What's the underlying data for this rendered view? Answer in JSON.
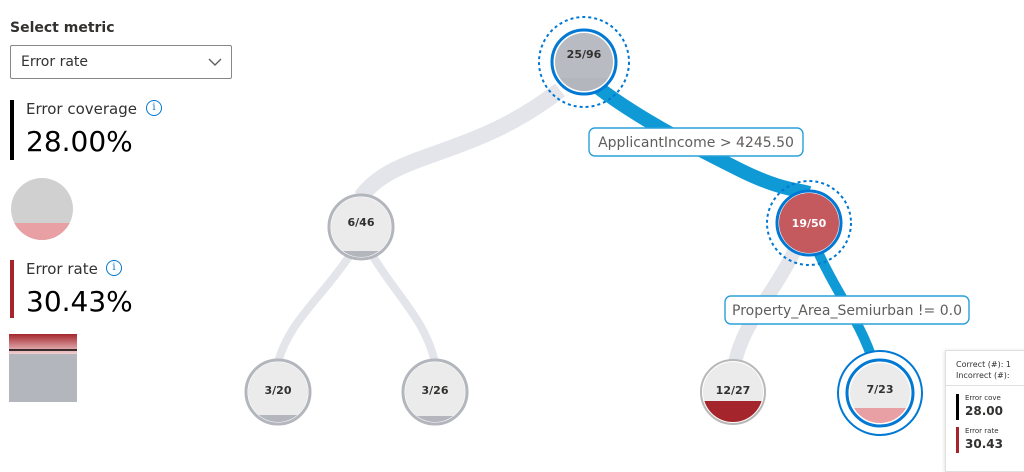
{
  "controls": {
    "select_metric_label": "Select metric",
    "metric_dropdown_value": "Error rate"
  },
  "metrics": {
    "error_coverage": {
      "label": "Error coverage",
      "value": "28.00%",
      "fill_fraction": 0.28,
      "color": "#000000"
    },
    "error_rate": {
      "label": "Error rate",
      "value": "30.43%",
      "fill_fraction": 0.3043,
      "color": "#a4262c"
    }
  },
  "colors": {
    "node_gray": "#b3b6bd",
    "node_light": "#ebebeb",
    "error_red": "#a4262c",
    "error_pink": "#e8a0a4",
    "selected_blue": "#0078d4",
    "path_blue": "#0f9ad6",
    "link_gray": "#e3e5ea"
  },
  "tree": {
    "nodes": [
      {
        "id": "root",
        "label": "25/96",
        "errors": 25,
        "total": 96,
        "style": "gray",
        "selected": true
      },
      {
        "id": "left",
        "label": "6/46",
        "errors": 6,
        "total": 46,
        "style": "light"
      },
      {
        "id": "right",
        "label": "19/50",
        "errors": 19,
        "total": 50,
        "style": "red",
        "selected": true
      },
      {
        "id": "left-left",
        "label": "3/20",
        "errors": 3,
        "total": 20,
        "style": "light"
      },
      {
        "id": "left-right",
        "label": "3/26",
        "errors": 3,
        "total": 26,
        "style": "light"
      },
      {
        "id": "right-left",
        "label": "12/27",
        "errors": 12,
        "total": 27,
        "style": "red"
      },
      {
        "id": "right-right",
        "label": "7/23",
        "errors": 7,
        "total": 23,
        "style": "light",
        "highlighted": true
      }
    ],
    "conditions": [
      {
        "id": "cond-root",
        "text": "ApplicantIncome > 4245.50"
      },
      {
        "id": "cond-right",
        "text": "Property_Area_Semiurban != 0.0"
      }
    ]
  },
  "tooltip": {
    "correct": "Correct (#): 1",
    "incorrect": "Incorrect (#):",
    "error_coverage_label": "Error cove",
    "error_coverage_value": "28.00",
    "error_rate_label": "Error rate",
    "error_rate_value": "30.43"
  }
}
